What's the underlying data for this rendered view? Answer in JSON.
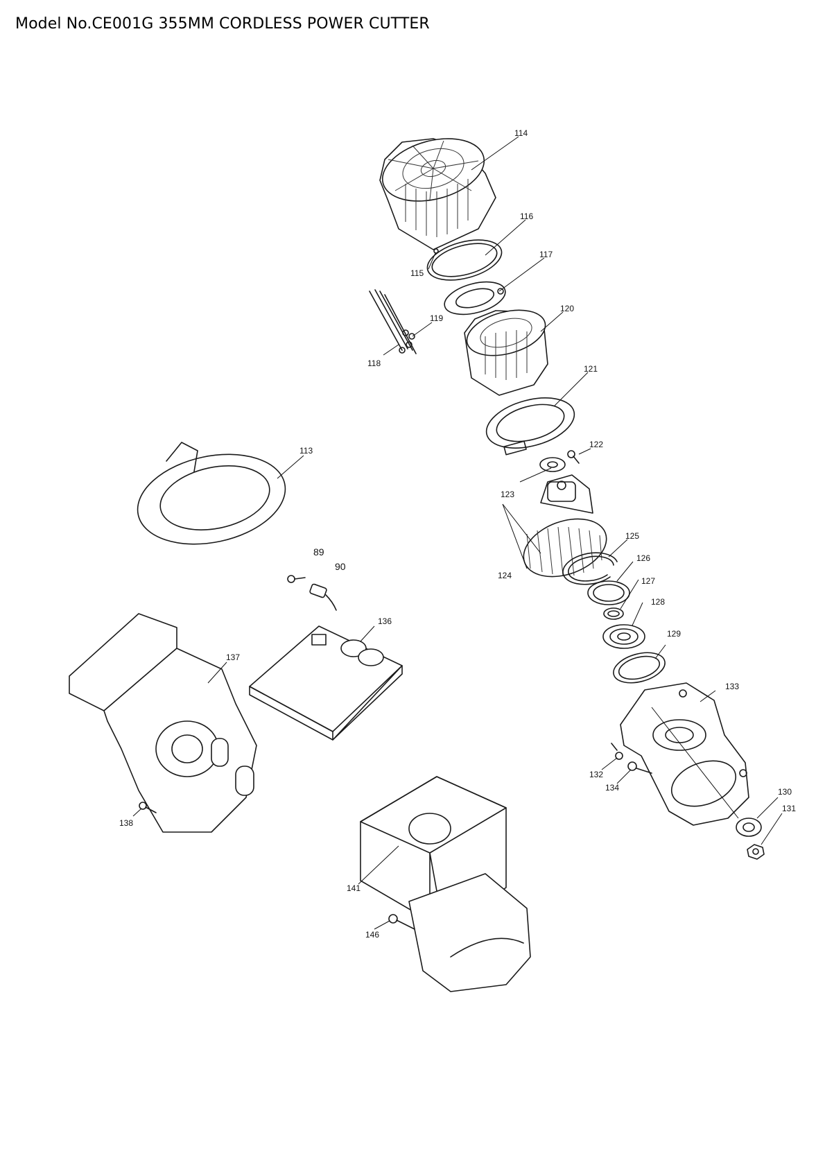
{
  "title": "Model No.CE001G 355MM CORDLESS POWER CUTTER",
  "callouts": [
    "114",
    "116",
    "115",
    "117",
    "119",
    "120",
    "118",
    "121",
    "113",
    "122",
    "123",
    "125",
    "124",
    "126",
    "89",
    "90",
    "127",
    "136",
    "128",
    "129",
    "137",
    "133",
    "132",
    "134",
    "138",
    "130",
    "131",
    "141",
    "146"
  ]
}
